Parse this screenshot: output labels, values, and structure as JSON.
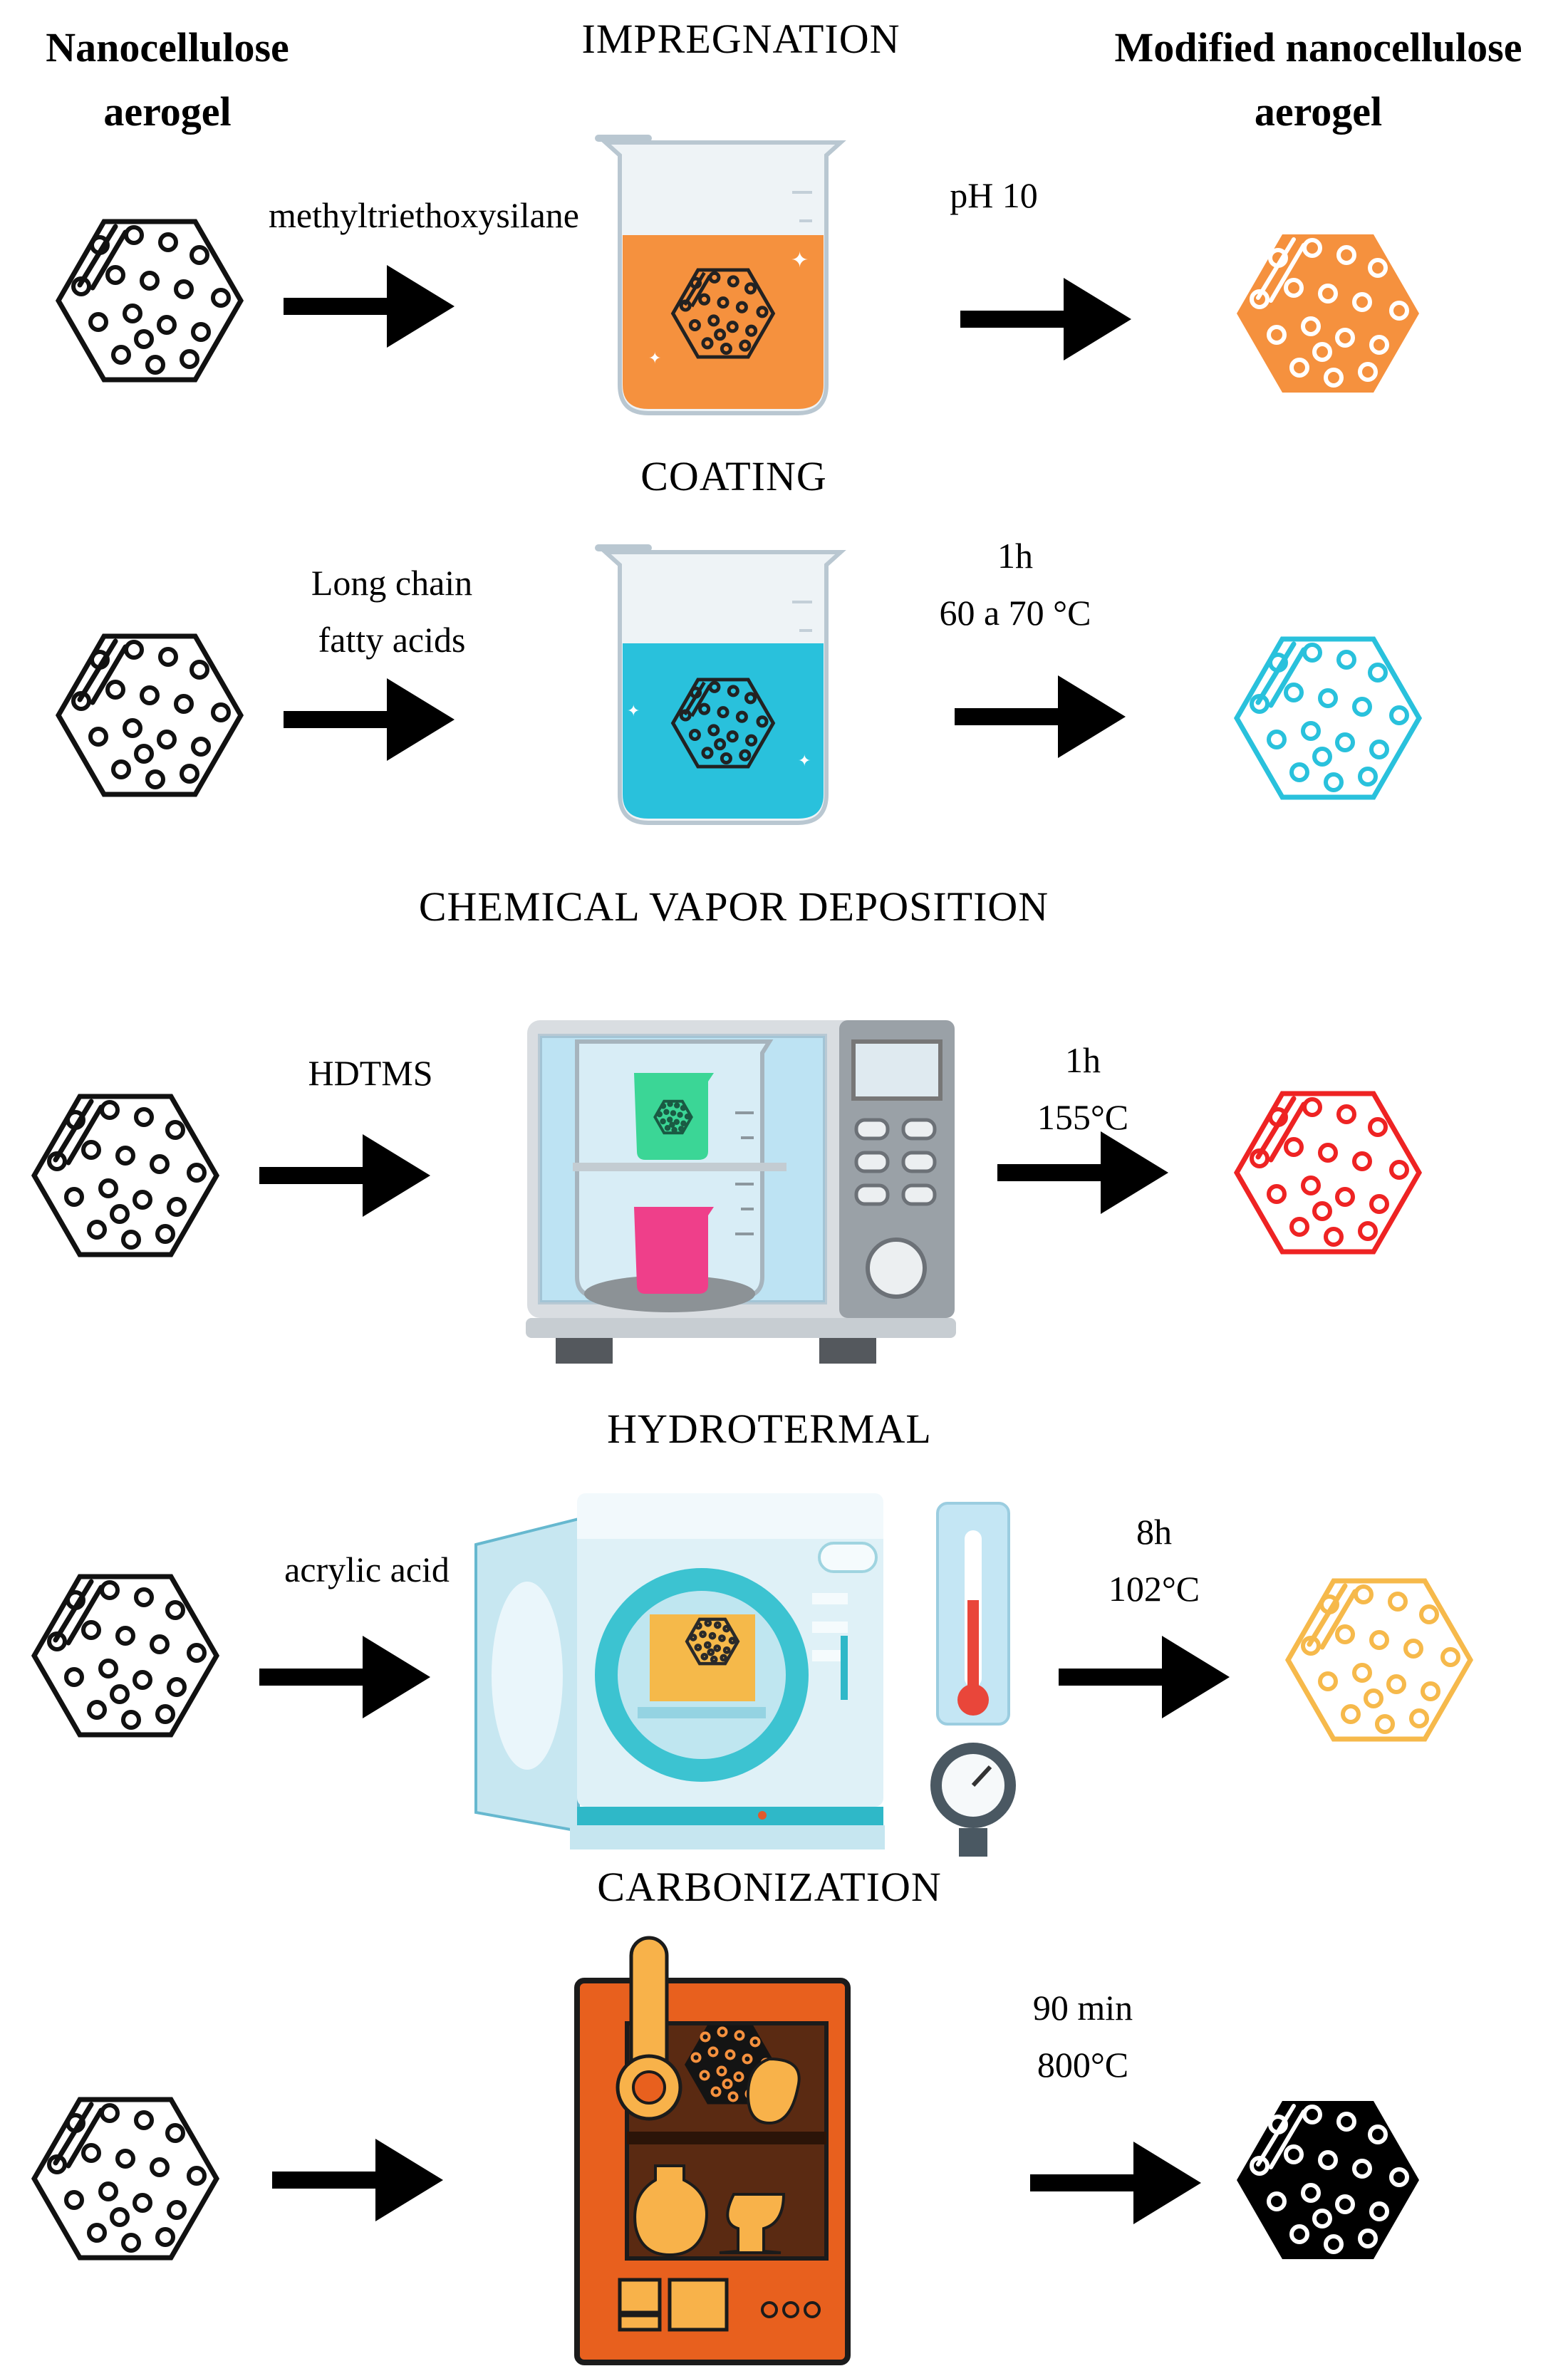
{
  "header": {
    "left_line1": "Nanocellulose",
    "left_line2": "aerogel",
    "right_line1": "Modified nanocellulose",
    "right_line2": "aerogel"
  },
  "steps": [
    {
      "title": "IMPREGNATION",
      "reagent": [
        "methyltriethoxysilane"
      ],
      "conditions": [
        "pH 10"
      ],
      "color": "#f5913e",
      "product_style": "filled",
      "apparatus": "beaker-icon"
    },
    {
      "title": "COATING",
      "reagent": [
        "Long chain",
        "fatty acids"
      ],
      "conditions": [
        "1h",
        "60 a 70 °C"
      ],
      "color": "#29c1dc",
      "product_style": "outline",
      "apparatus": "beaker-icon"
    },
    {
      "title": "CHEMICAL VAPOR DEPOSITION",
      "reagent": [
        "HDTMS"
      ],
      "conditions": [
        "1h",
        "155°C"
      ],
      "color": "#ee2323",
      "product_style": "outline",
      "apparatus": "microwave-oven-icon"
    },
    {
      "title": "HYDROTERMAL",
      "reagent": [
        "acrylic acid"
      ],
      "conditions": [
        "8h",
        "102°C"
      ],
      "color": "#f6b94b",
      "product_style": "outline",
      "apparatus": "autoclave-icon"
    },
    {
      "title": "CARBONIZATION",
      "reagent": [],
      "conditions": [
        "90 min",
        "800°C"
      ],
      "color": "#000000",
      "product_style": "filled",
      "apparatus": "furnace-icon"
    }
  ]
}
